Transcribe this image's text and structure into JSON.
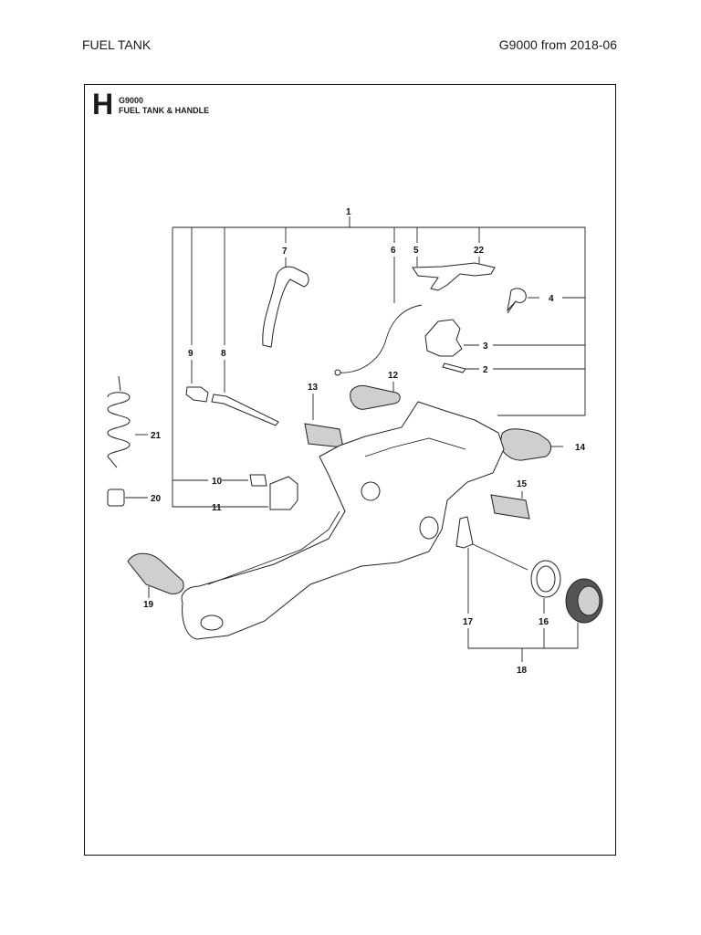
{
  "header": {
    "left": "FUEL TANK",
    "right": "G9000 from 2018-06"
  },
  "section": {
    "letter": "H",
    "model": "G9000",
    "title": "FUEL TANK & HANDLE"
  },
  "callouts": {
    "c1": "1",
    "c2": "2",
    "c3": "3",
    "c4": "4",
    "c5": "5",
    "c6": "6",
    "c7": "7",
    "c8": "8",
    "c9": "9",
    "c10": "10",
    "c11": "11",
    "c12": "12",
    "c13": "13",
    "c14": "14",
    "c15": "15",
    "c16": "16",
    "c17": "17",
    "c18": "18",
    "c19": "19",
    "c20": "20",
    "c21": "21",
    "c22": "22"
  }
}
